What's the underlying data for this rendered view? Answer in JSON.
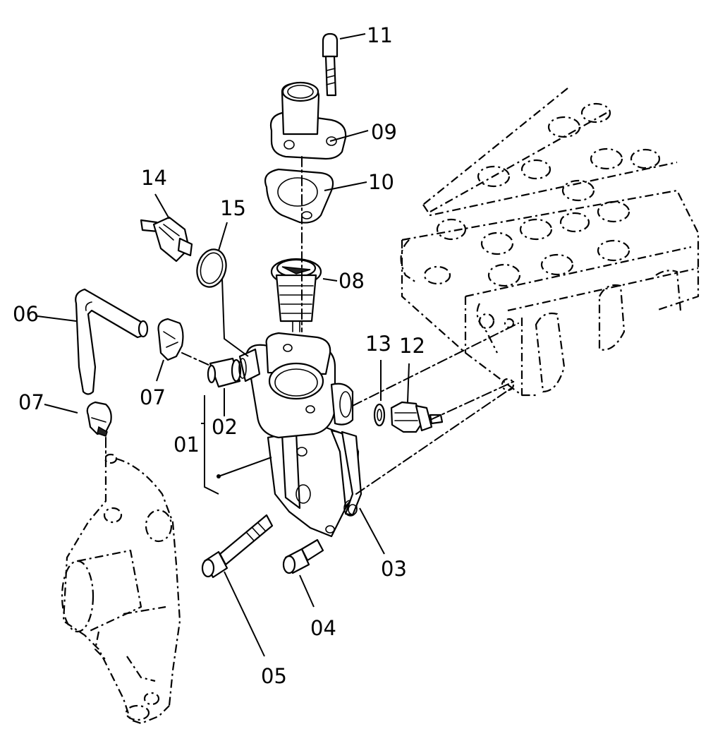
{
  "labels": {
    "p01": "01",
    "p02": "02",
    "p03": "03",
    "p04": "04",
    "p05": "05",
    "p06": "06",
    "p07a": "07",
    "p07b": "07",
    "p08": "08",
    "p09": "09",
    "p10": "10",
    "p11": "11",
    "p12": "12",
    "p13": "13",
    "p14": "14",
    "p15": "15"
  }
}
